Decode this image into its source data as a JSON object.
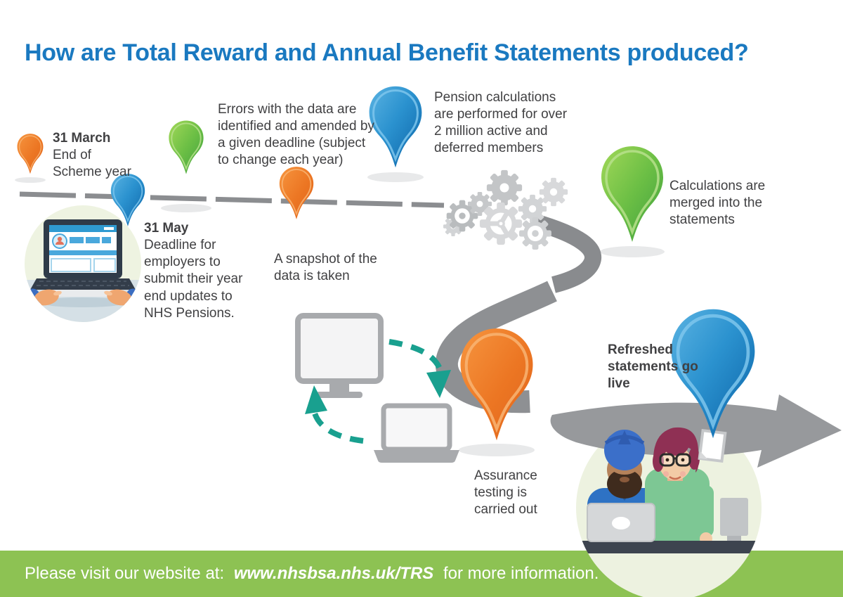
{
  "title": "How are Total Reward and Annual Benefit Statements produced?",
  "steps": [
    {
      "id": "end-of-scheme-year",
      "pin_color": "orange",
      "heading": "31 March",
      "body": "End of Scheme year"
    },
    {
      "id": "employer-deadline",
      "pin_color": "blue",
      "heading": "31 May",
      "body": "Deadline for employers to submit their year end updates to NHS Pensions."
    },
    {
      "id": "errors-amended",
      "pin_color": "green",
      "body": "Errors with the data are identified and amended by a given deadline (subject to change each year)"
    },
    {
      "id": "snapshot-taken",
      "pin_color": "orange",
      "body": "A snapshot of the data is taken"
    },
    {
      "id": "pension-calculations",
      "pin_color": "blue",
      "body": "Pension calculations are performed for over 2 million active and deferred members"
    },
    {
      "id": "calculations-merged",
      "pin_color": "green",
      "body": "Calculations are merged into the statements"
    },
    {
      "id": "assurance-testing",
      "pin_color": "orange",
      "body": "Assurance testing is carried out"
    },
    {
      "id": "statements-go-live",
      "pin_color": "blue",
      "heading": "Refreshed statements go live"
    }
  ],
  "footer": {
    "prefix": "Please visit our website at:",
    "url": "www.nhsbsa.nhs.uk/TRS",
    "suffix": "for more information."
  },
  "icons": {
    "map_pin": "location-pin",
    "gears": "processing-gears",
    "monitor_laptop_sync": "data-transfer-cycle",
    "laptop_user": "employer-at-laptop",
    "team": "two-colleagues-at-laptop",
    "road": "winding-road-arrow",
    "document": "statement-page"
  },
  "colors": {
    "title_blue": "#1a79c0",
    "pin_orange": "#ec7623",
    "pin_blue": "#1d87c9",
    "pin_green": "#62bb46",
    "footer_green": "#8dc253",
    "road_gray": "#8e9093",
    "teal_arrow": "#19a08f",
    "text_gray": "#414143"
  }
}
